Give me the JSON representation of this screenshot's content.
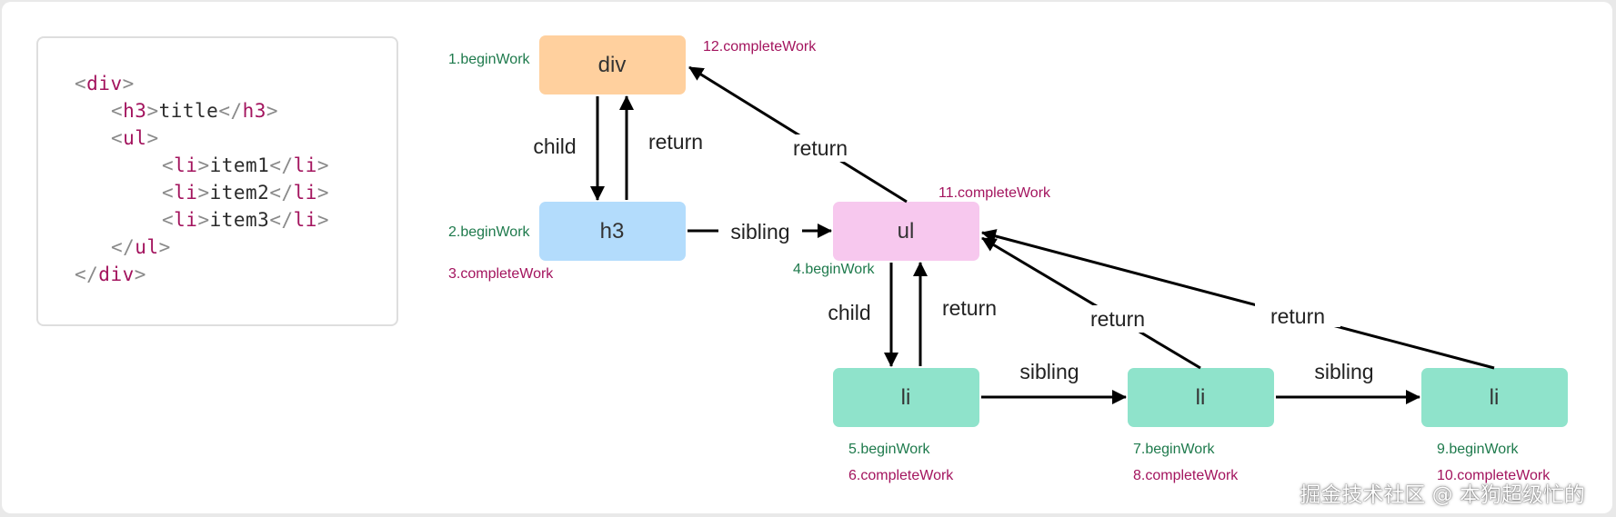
{
  "code": {
    "lines": [
      [
        {
          "t": "punc",
          "v": "<"
        },
        {
          "t": "tag",
          "v": "div"
        },
        {
          "t": "punc",
          "v": ">"
        }
      ],
      [
        {
          "t": "punc",
          "v": "<"
        },
        {
          "t": "tag",
          "v": "h3"
        },
        {
          "t": "punc",
          "v": ">"
        },
        {
          "t": "text",
          "v": "title"
        },
        {
          "t": "punc",
          "v": "</"
        },
        {
          "t": "tag",
          "v": "h3"
        },
        {
          "t": "punc",
          "v": ">"
        }
      ],
      [
        {
          "t": "punc",
          "v": "<"
        },
        {
          "t": "tag",
          "v": "ul"
        },
        {
          "t": "punc",
          "v": ">"
        }
      ],
      [
        {
          "t": "punc",
          "v": "<"
        },
        {
          "t": "tag",
          "v": "li"
        },
        {
          "t": "punc",
          "v": ">"
        },
        {
          "t": "text",
          "v": "item1"
        },
        {
          "t": "punc",
          "v": "</"
        },
        {
          "t": "tag",
          "v": "li"
        },
        {
          "t": "punc",
          "v": ">"
        }
      ],
      [
        {
          "t": "punc",
          "v": "<"
        },
        {
          "t": "tag",
          "v": "li"
        },
        {
          "t": "punc",
          "v": ">"
        },
        {
          "t": "text",
          "v": "item2"
        },
        {
          "t": "punc",
          "v": "</"
        },
        {
          "t": "tag",
          "v": "li"
        },
        {
          "t": "punc",
          "v": ">"
        }
      ],
      [
        {
          "t": "punc",
          "v": "<"
        },
        {
          "t": "tag",
          "v": "li"
        },
        {
          "t": "punc",
          "v": ">"
        },
        {
          "t": "text",
          "v": "item3"
        },
        {
          "t": "punc",
          "v": "</"
        },
        {
          "t": "tag",
          "v": "li"
        },
        {
          "t": "punc",
          "v": ">"
        }
      ],
      [
        {
          "t": "punc",
          "v": "</"
        },
        {
          "t": "tag",
          "v": "ul"
        },
        {
          "t": "punc",
          "v": ">"
        }
      ],
      [
        {
          "t": "punc",
          "v": "</"
        },
        {
          "t": "tag",
          "v": "div"
        },
        {
          "t": "punc",
          "v": ">"
        }
      ]
    ]
  },
  "nodes": {
    "div": {
      "label": "div",
      "color": "#ffd09e"
    },
    "h3": {
      "label": "h3",
      "color": "#b3dcfc"
    },
    "ul": {
      "label": "ul",
      "color": "#f7c8ee"
    },
    "li1": {
      "label": "li",
      "color": "#8fe3cb"
    },
    "li2": {
      "label": "li",
      "color": "#8fe3cb"
    },
    "li3": {
      "label": "li",
      "color": "#8fe3cb"
    }
  },
  "edges": {
    "div_h3_child": "child",
    "h3_div_return": "return",
    "ul_div_return": "return",
    "h3_ul_sibling": "sibling",
    "ul_li1_child": "child",
    "li1_ul_return": "return",
    "li2_ul_return": "return",
    "li3_ul_return": "return",
    "li1_li2_sibling": "sibling",
    "li2_li3_sibling": "sibling"
  },
  "steps": {
    "s1": "1.beginWork",
    "s2": "2.beginWork",
    "s3": "3.completeWork",
    "s4": "4.beginWork",
    "s5": "5.beginWork",
    "s6": "6.completeWork",
    "s7": "7.beginWork",
    "s8": "8.completeWork",
    "s9": "9.beginWork",
    "s10": "10.completeWork",
    "s11": "11.completeWork",
    "s12": "12.completeWork"
  },
  "colors": {
    "begin": "#1e7a4c",
    "complete": "#a3145e",
    "arrow": "#000000"
  },
  "watermark": "掘金技术社区 @ 本狗超级忙的"
}
